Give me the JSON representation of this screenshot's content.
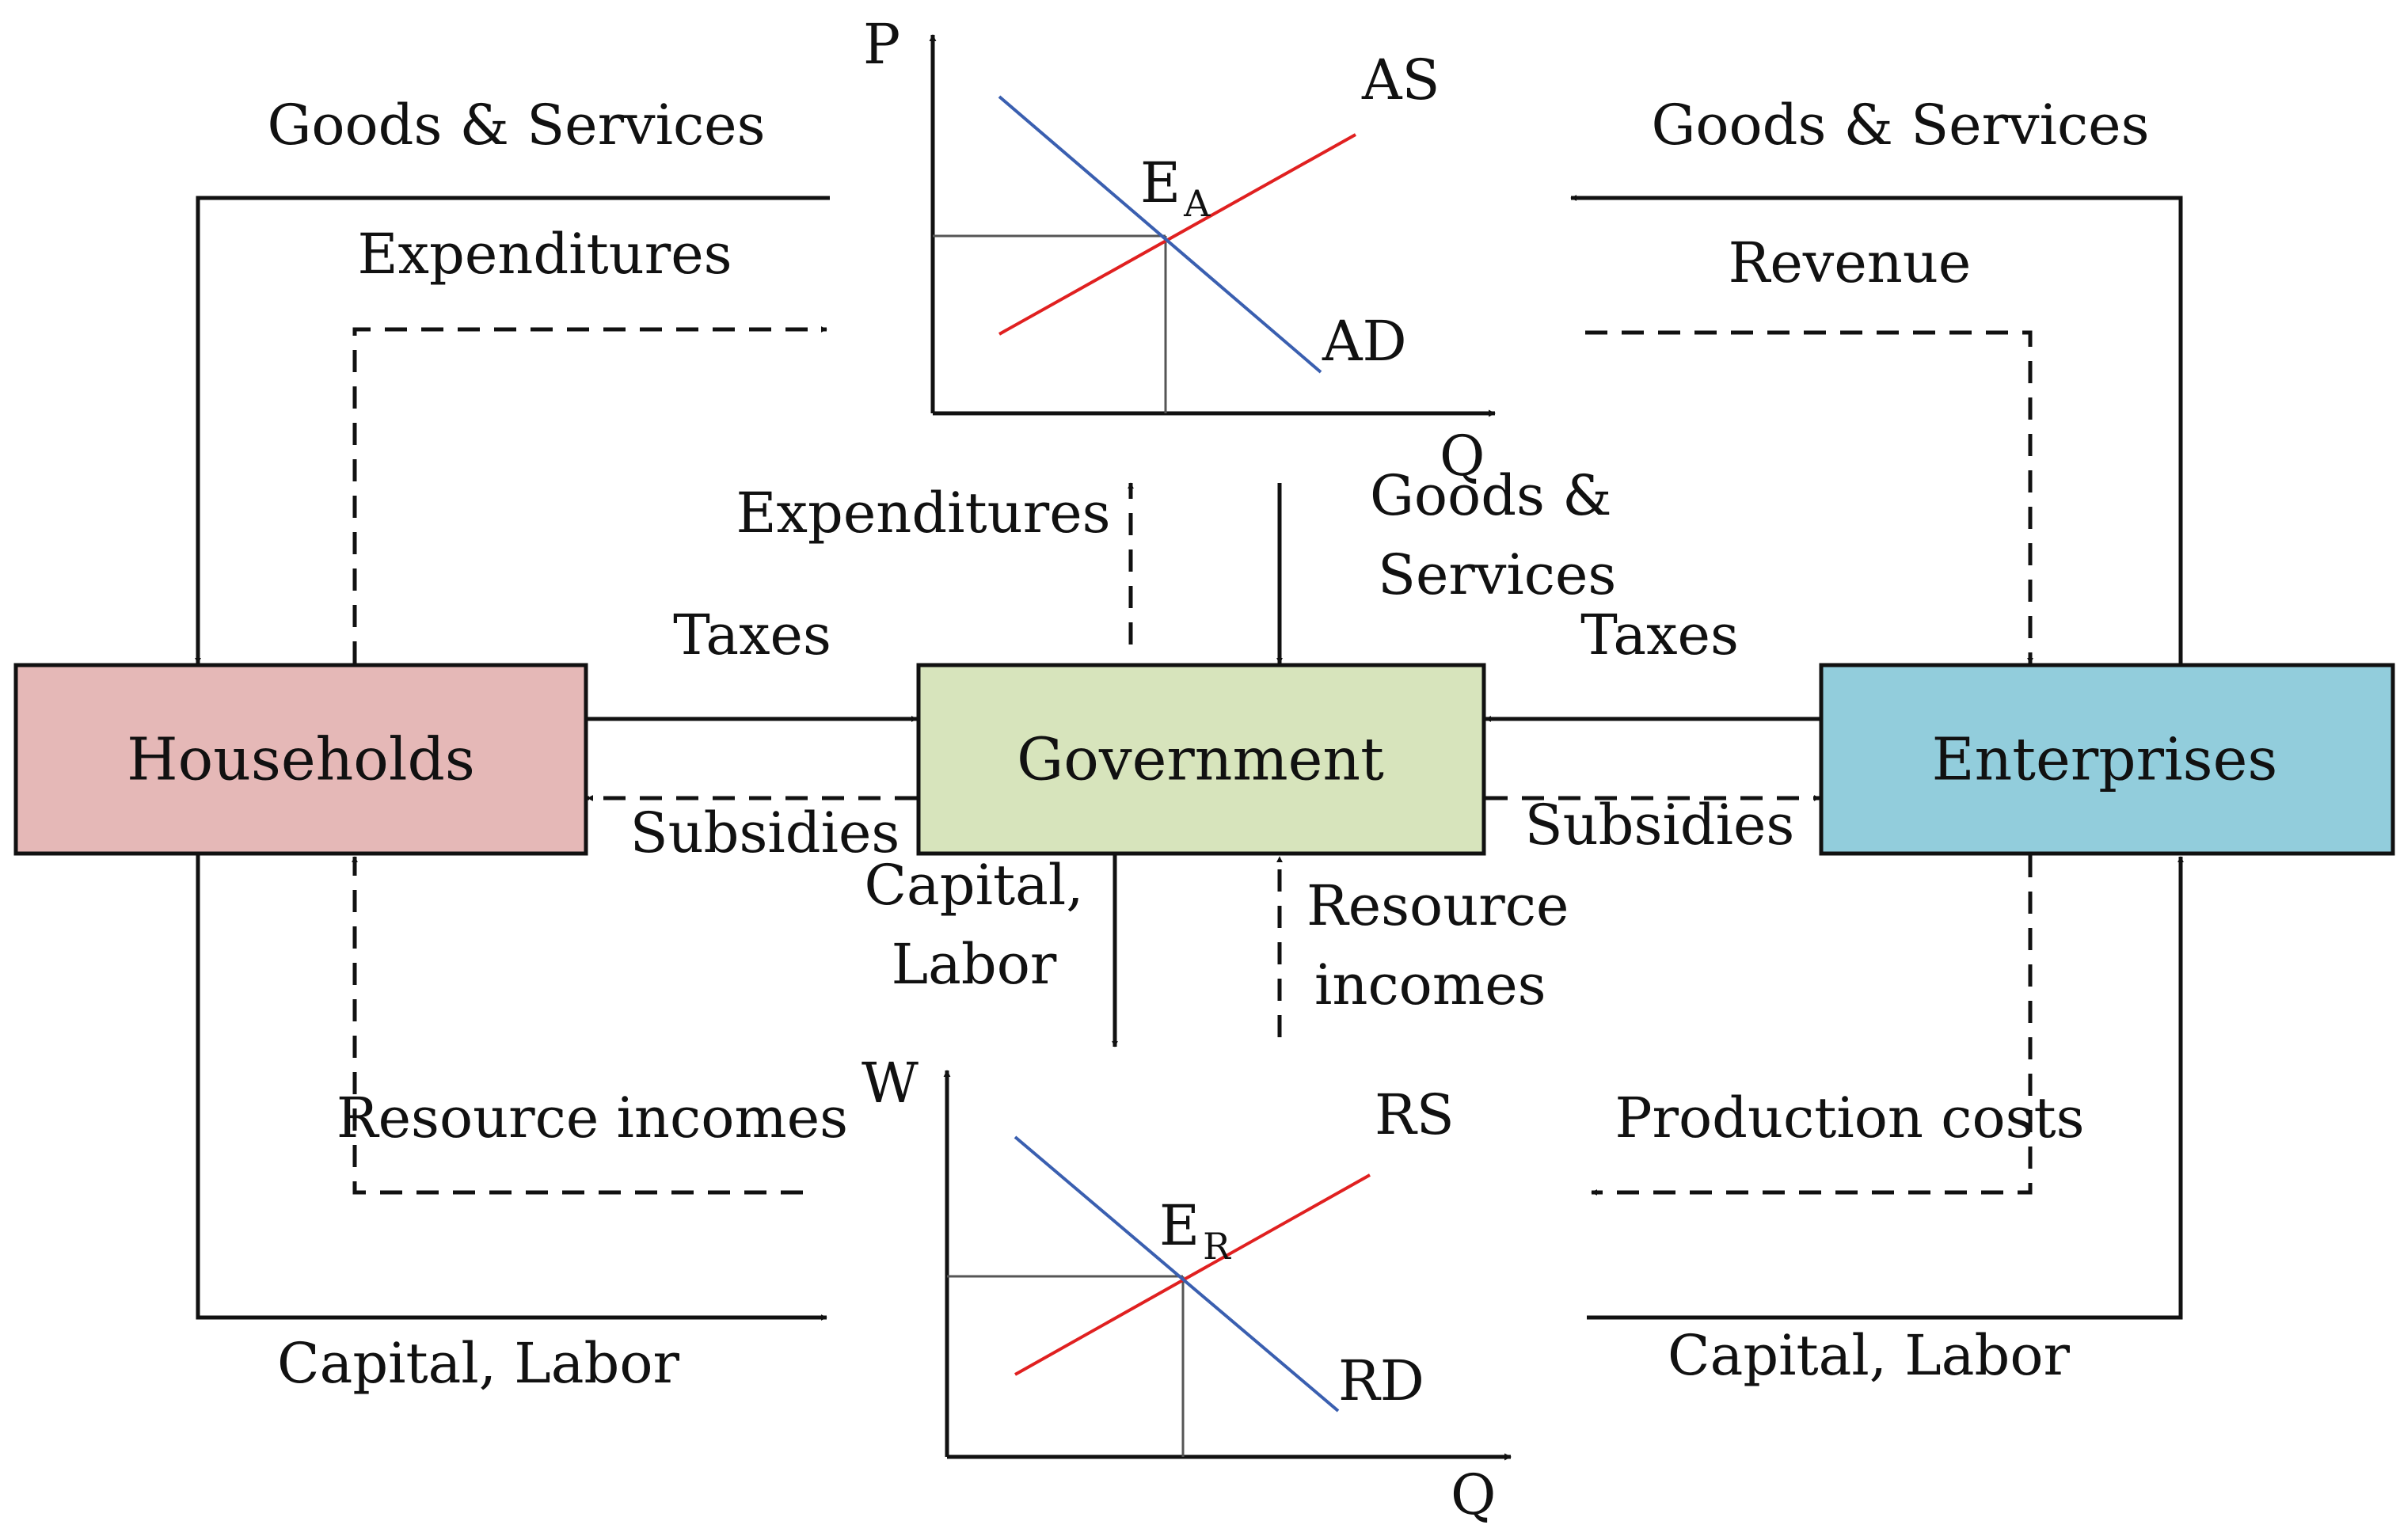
{
  "boxes": {
    "households": {
      "label": "Households",
      "color": "#e5b8b7"
    },
    "government": {
      "label": "Government",
      "color": "#d7e4bc"
    },
    "enterprises": {
      "label": "Enterprises",
      "color": "#92cddc"
    }
  },
  "aggregate_chart": {
    "y_label": "P",
    "x_label": "Q",
    "supply_label": "AS",
    "demand_label": "AD",
    "eq_main": "E",
    "eq_sub": "A",
    "supply_color": "#e02020",
    "demand_color": "#3a5fb0"
  },
  "resource_chart": {
    "y_label": "W",
    "x_label": "Q",
    "supply_label": "RS",
    "demand_label": "RD",
    "eq_main": "E",
    "eq_sub": "R",
    "supply_color": "#e02020",
    "demand_color": "#3a5fb0"
  },
  "flows": {
    "goods_services_left": "Goods & Services",
    "goods_services_right": "Goods & Services",
    "expenditures_left": "Expenditures",
    "revenue": "Revenue",
    "gov_expenditures": "Expenditures",
    "gov_goods_line1": "Goods &",
    "gov_goods_line2": "Services",
    "taxes_left": "Taxes",
    "taxes_right": "Taxes",
    "subsidies_left": "Subsidies",
    "subsidies_right": "Subsidies",
    "gov_capital_line1": "Capital,",
    "gov_capital_line2": "Labor",
    "gov_resource_line1": "Resource",
    "gov_resource_line2": "incomes",
    "resource_incomes_left": "Resource incomes",
    "production_costs": "Production costs",
    "capital_labor_left": "Capital, Labor",
    "capital_labor_right": "Capital, Labor"
  }
}
